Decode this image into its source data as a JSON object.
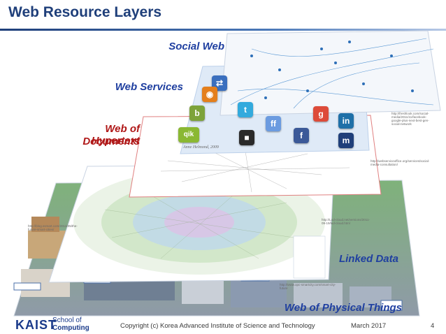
{
  "slide": {
    "title": "Web Resource Layers"
  },
  "layers": {
    "social_web": "Social Web",
    "web_services": "Web Services",
    "hypertext_line1": "Web of Hypertext",
    "hypertext_line2": "Documents",
    "linked_data": "Linked Data",
    "physical_things": "Web of Physical Things"
  },
  "images": {
    "hypertext_credit": "Anne Helmond, 2009",
    "note_social": "http://freshlook.com/social-media/2011/11/facebook-google-plus-next-best-gen-social-network",
    "note_hypertext": "http://webserviceoffice.org/services/social-media-consultation/",
    "note_linked": "http://Lod-cloud.net/versions/2011-09-19/lod-cloud.html",
    "note_things_top": "http://blog.ssmart.com/2012/05/the-future-smart-cities/",
    "note_things_bottom": "http://www.opc-smartcity.com/smart-city-future"
  },
  "service_icons": [
    {
      "name": "share-icon",
      "glyph": "⇄",
      "color": "#3a6fbe"
    },
    {
      "name": "rss-icon",
      "glyph": "◉",
      "color": "#e47f1c"
    },
    {
      "name": "blogger-icon",
      "glyph": "b",
      "color": "#7da33a"
    },
    {
      "name": "qik-icon",
      "glyph": "qik",
      "color": "#8ab833"
    },
    {
      "name": "delicious-icon",
      "glyph": "■",
      "color": "#2a2a2a"
    },
    {
      "name": "friendfeed-icon",
      "glyph": "ff",
      "color": "#6b9be0"
    },
    {
      "name": "facebook-icon",
      "glyph": "f",
      "color": "#3b5998"
    },
    {
      "name": "google-icon",
      "glyph": "g",
      "color": "#dd4b39"
    },
    {
      "name": "twitter-icon",
      "glyph": "t",
      "color": "#33aadd"
    },
    {
      "name": "linkedin-icon",
      "glyph": "in",
      "color": "#1f70a8"
    },
    {
      "name": "myspace-icon",
      "glyph": "m",
      "color": "#1f3f7a"
    }
  ],
  "footer": {
    "logo": "KAIST",
    "school_line1": "School of",
    "school_line2": "Computing",
    "copyright": "Copyright (c) Korea Advanced Institute of Science and Technology",
    "date": "March 2017",
    "page": "4"
  }
}
